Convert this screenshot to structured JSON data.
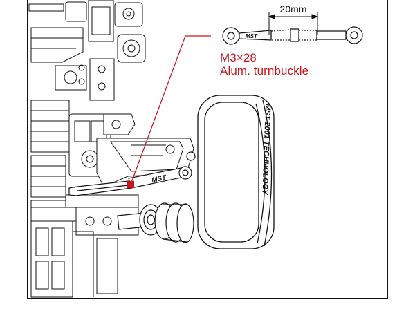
{
  "dimension": {
    "label": "20mm"
  },
  "part": {
    "spec": "M3×28",
    "name": "Alum. turnbuckle",
    "callout_color": "#c8161d"
  },
  "branding": {
    "link_text": "MST",
    "tire_text": "MST 2001 TECHNOLOGY"
  },
  "frame": {
    "color": "#111111"
  }
}
